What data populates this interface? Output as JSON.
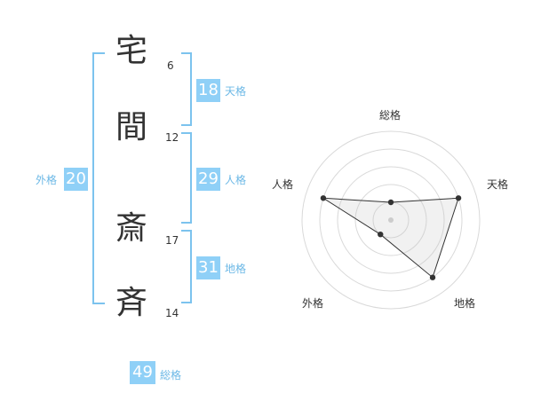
{
  "name": {
    "chars": [
      {
        "char": "宅",
        "strokes": "6"
      },
      {
        "char": "間",
        "strokes": "12"
      },
      {
        "char": "斎",
        "strokes": "17"
      },
      {
        "char": "斉",
        "strokes": "14"
      }
    ]
  },
  "fortunes": {
    "tenkaku": {
      "value": "18",
      "label": "天格"
    },
    "jinkaku": {
      "value": "29",
      "label": "人格"
    },
    "chikaku": {
      "value": "31",
      "label": "地格"
    },
    "gaikaku": {
      "value": "20",
      "label": "外格"
    },
    "soukaku": {
      "value": "49",
      "label": "総格"
    }
  },
  "colors": {
    "accent_box": "#8fd0f7",
    "accent_line": "#7cc3ee",
    "label_text": "#6cb8e6"
  },
  "chart_data": {
    "type": "radar",
    "axes": [
      "総格",
      "天格",
      "地格",
      "外格",
      "人格"
    ],
    "values": [
      1,
      4,
      4,
      1,
      4
    ],
    "max": 5,
    "rings": 5
  }
}
